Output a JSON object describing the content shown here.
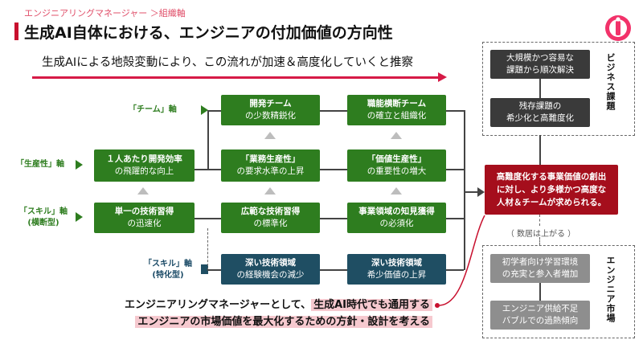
{
  "breadcrumb": "エンジニアリングマネージャー ＞組織軸",
  "title": "生成AI自体における、エンジニアの付加価値の方向性",
  "subtitle": "生成AIによる地殻変動により、この流れが加速＆高度化していくと推察",
  "axes": {
    "team": "「チーム」軸",
    "productivity": "「生産性」軸",
    "skill_horizontal_1": "「スキル」軸",
    "skill_horizontal_2": "(横断型)",
    "skill_specialized_1": "「スキル」軸",
    "skill_specialized_2": "(特化型)"
  },
  "boxes": {
    "dev_team": {
      "l1": "開発チーム",
      "l2": "の少数精鋭化"
    },
    "cross_team": {
      "l1": "職能横断チーム",
      "l2": "の確立と組織化"
    },
    "per_person": {
      "l1": "１人あたり開発効率",
      "l2": "の飛躍的な向上"
    },
    "biz_productivity": {
      "l1": "「業務生産性」",
      "l2": "の要求水準の上昇"
    },
    "value_productivity": {
      "l1": "「価値生産性」",
      "l2": "の重要性の増大"
    },
    "single_skill": {
      "l1": "単一の技術習得",
      "l2": "の迅速化"
    },
    "broad_skill": {
      "l1": "広範な技術習得",
      "l2": "の標準化"
    },
    "domain_knowledge": {
      "l1": "事業領域の知見獲得",
      "l2": "の必須化"
    },
    "deep_exp": {
      "l1": "深い技術領域",
      "l2": "の経験機会の減少"
    },
    "deep_value": {
      "l1": "深い技術領域",
      "l2": "希少価値の上昇"
    },
    "center": {
      "l1": "高難度化する事業価値の創出",
      "l2": "に対し、より多様かつ高度な",
      "l3": "人材＆チームが求められる。"
    }
  },
  "business": {
    "label": "ビジネス課題",
    "box1": {
      "l1": "大規模かつ容易な",
      "l2": "課題から順次解決"
    },
    "box2": {
      "l1": "残存課題の",
      "l2": "希少化と高難度化"
    }
  },
  "market": {
    "label": "エンジニア市場",
    "note": "（ 数居は上がる ）",
    "box1": {
      "l1": "初学者向け学習環境",
      "l2": "の充実と参入者増加"
    },
    "box2": {
      "l1": "エンジニア供給不足",
      "l2": "バブルでの過熱傾向"
    }
  },
  "callout": {
    "line1_a": "エンジニアリングマネージャーとして、",
    "line1_b": "生成AI時代でも通用する",
    "line2": "エンジニアの市場価値を最大化するための方針・設計を考える"
  },
  "colors": {
    "green": "#2e7d1f",
    "blue": "#1f4e63",
    "red": "#a50e1c",
    "accent": "#d61a46"
  }
}
